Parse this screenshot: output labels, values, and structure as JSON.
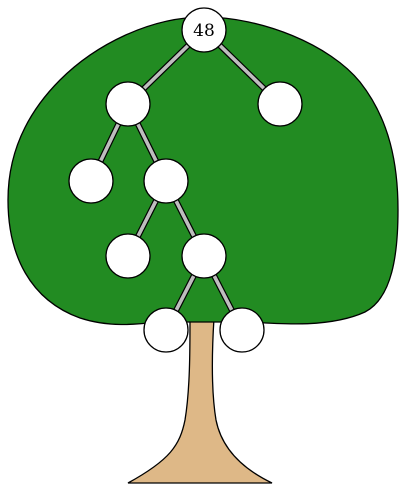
{
  "colors": {
    "canopy": "#228B22",
    "trunk": "#DEB887",
    "outline": "#000000",
    "branch": "#BEBEBE",
    "node_fill": "#FFFFFF"
  },
  "tree": {
    "nodes": [
      {
        "id": "root",
        "label": "48"
      },
      {
        "id": "n1",
        "label": ""
      },
      {
        "id": "n2",
        "label": ""
      },
      {
        "id": "n3",
        "label": ""
      },
      {
        "id": "n4",
        "label": ""
      },
      {
        "id": "n5",
        "label": ""
      },
      {
        "id": "n6",
        "label": ""
      },
      {
        "id": "n7",
        "label": ""
      },
      {
        "id": "n8",
        "label": ""
      }
    ],
    "edges": [
      [
        "root",
        "n1"
      ],
      [
        "root",
        "n2"
      ],
      [
        "n1",
        "n3"
      ],
      [
        "n1",
        "n4"
      ],
      [
        "n4",
        "n5"
      ],
      [
        "n4",
        "n6"
      ],
      [
        "n6",
        "n7"
      ],
      [
        "n6",
        "n8"
      ]
    ]
  }
}
